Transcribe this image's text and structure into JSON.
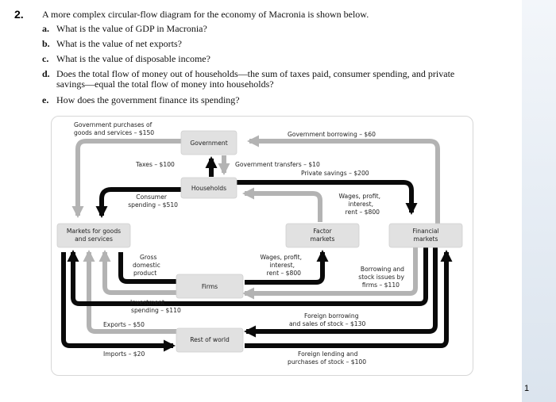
{
  "question": {
    "number": "2.",
    "intro": "A more complex circular-flow diagram for the economy of Macronia is shown below.",
    "parts": [
      {
        "letter": "a.",
        "text": "What is the value of GDP in Macronia?"
      },
      {
        "letter": "b.",
        "text": "What is the value of net exports?"
      },
      {
        "letter": "c.",
        "text": "What is the value of disposable income?"
      },
      {
        "letter": "d.",
        "text": "Does the total flow of money out of households—the sum of taxes paid, consumer spending, and private savings—equal the total flow of money into households?"
      },
      {
        "letter": "e.",
        "text": "How does the government finance its spending?"
      }
    ]
  },
  "diagram": {
    "boxes": {
      "government": "Government",
      "households": "Households",
      "markets": [
        "Markets for goods",
        "and services"
      ],
      "factor": [
        "Factor",
        "markets"
      ],
      "financial": [
        "Financial",
        "markets"
      ],
      "firms": "Firms",
      "rest_of_world": "Rest of world"
    },
    "flows": {
      "gov_purchases": [
        "Government purchases of",
        "goods and services – $150"
      ],
      "gov_borrowing": "Government borrowing – $60",
      "taxes": "Taxes – $100",
      "gov_transfers": "Government transfers – $10",
      "private_savings": "Private savings – $200",
      "consumer_spending": [
        "Consumer",
        "spending – $510"
      ],
      "wages_top": [
        "Wages, profit,",
        "interest,",
        "rent – $800"
      ],
      "gdp": [
        "Gross",
        "domestic",
        "product"
      ],
      "wages_bottom": [
        "Wages, profit,",
        "interest,",
        "rent – $800"
      ],
      "borrowing_firms": [
        "Borrowing and",
        "stock issues by",
        "firms – $110"
      ],
      "investment": [
        "Investment",
        "spending – $110"
      ],
      "exports": "Exports – $50",
      "foreign_borrowing": [
        "Foreign borrowing",
        "and sales of stock – $130"
      ],
      "imports": "Imports – $20",
      "foreign_lending": [
        "Foreign lending and",
        "purchases of stock – $100"
      ]
    }
  },
  "page": {
    "number": "1"
  },
  "colors": {
    "dark_arrow": "#0a0a0a",
    "gray_arrow": "#b3b3b3",
    "box_fill": "#e1e1e1"
  }
}
